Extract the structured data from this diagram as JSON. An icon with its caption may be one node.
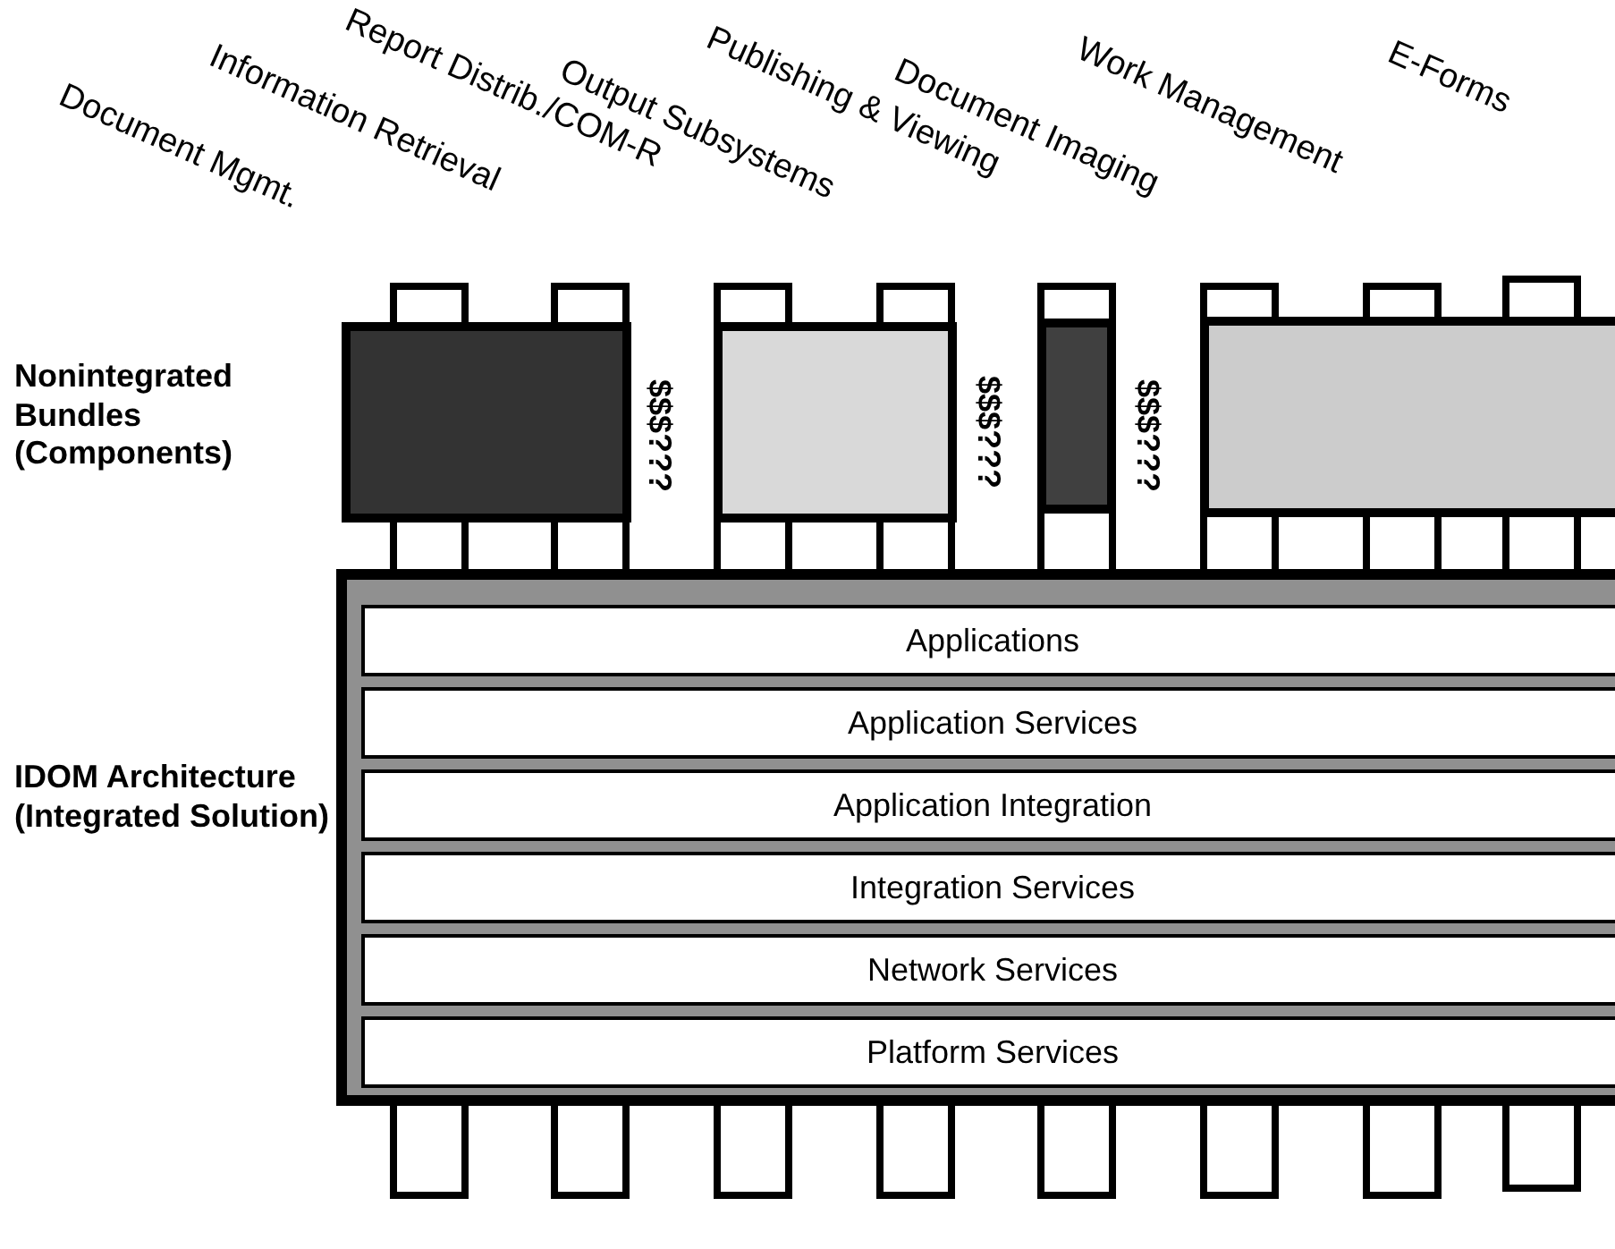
{
  "diagram": {
    "nodes": [
      {
        "text": [],
        "shape": "box"
      },
      {
        "text": [],
        "shape": "box"
      },
      {
        "text": [],
        "shape": "box"
      },
      {
        "text": [],
        "shape": "box"
      },
      {
        "text": [],
        "shape": "box"
      },
      {
        "text": [
          "Applications"
        ],
        "in": 4
      },
      {
        "text": [
          "Application Services"
        ],
        "in": 4
      },
      {
        "text": [
          "Application Integration"
        ],
        "in": 4
      },
      {
        "text": [
          "Integration Services"
        ],
        "in": 4
      },
      {
        "text": [
          "Network Services"
        ],
        "in": 4
      },
      {
        "text": [
          "Platform Services"
        ],
        "in": 4
      }
    ],
    "edges": [],
    "labels": [
      "Document Mgmt.",
      "Information Retrieval",
      "Report Distrib./COM-R",
      "Output Subsystems",
      "Publishing & Viewing",
      "Document Imaging",
      "Work Management",
      "E-Forms",
      "Nonintegrated Bundles (Components)",
      "$$$???",
      "$$$???",
      "$$$???",
      "IDOM Architecture (Integrated Solution)"
    ]
  }
}
